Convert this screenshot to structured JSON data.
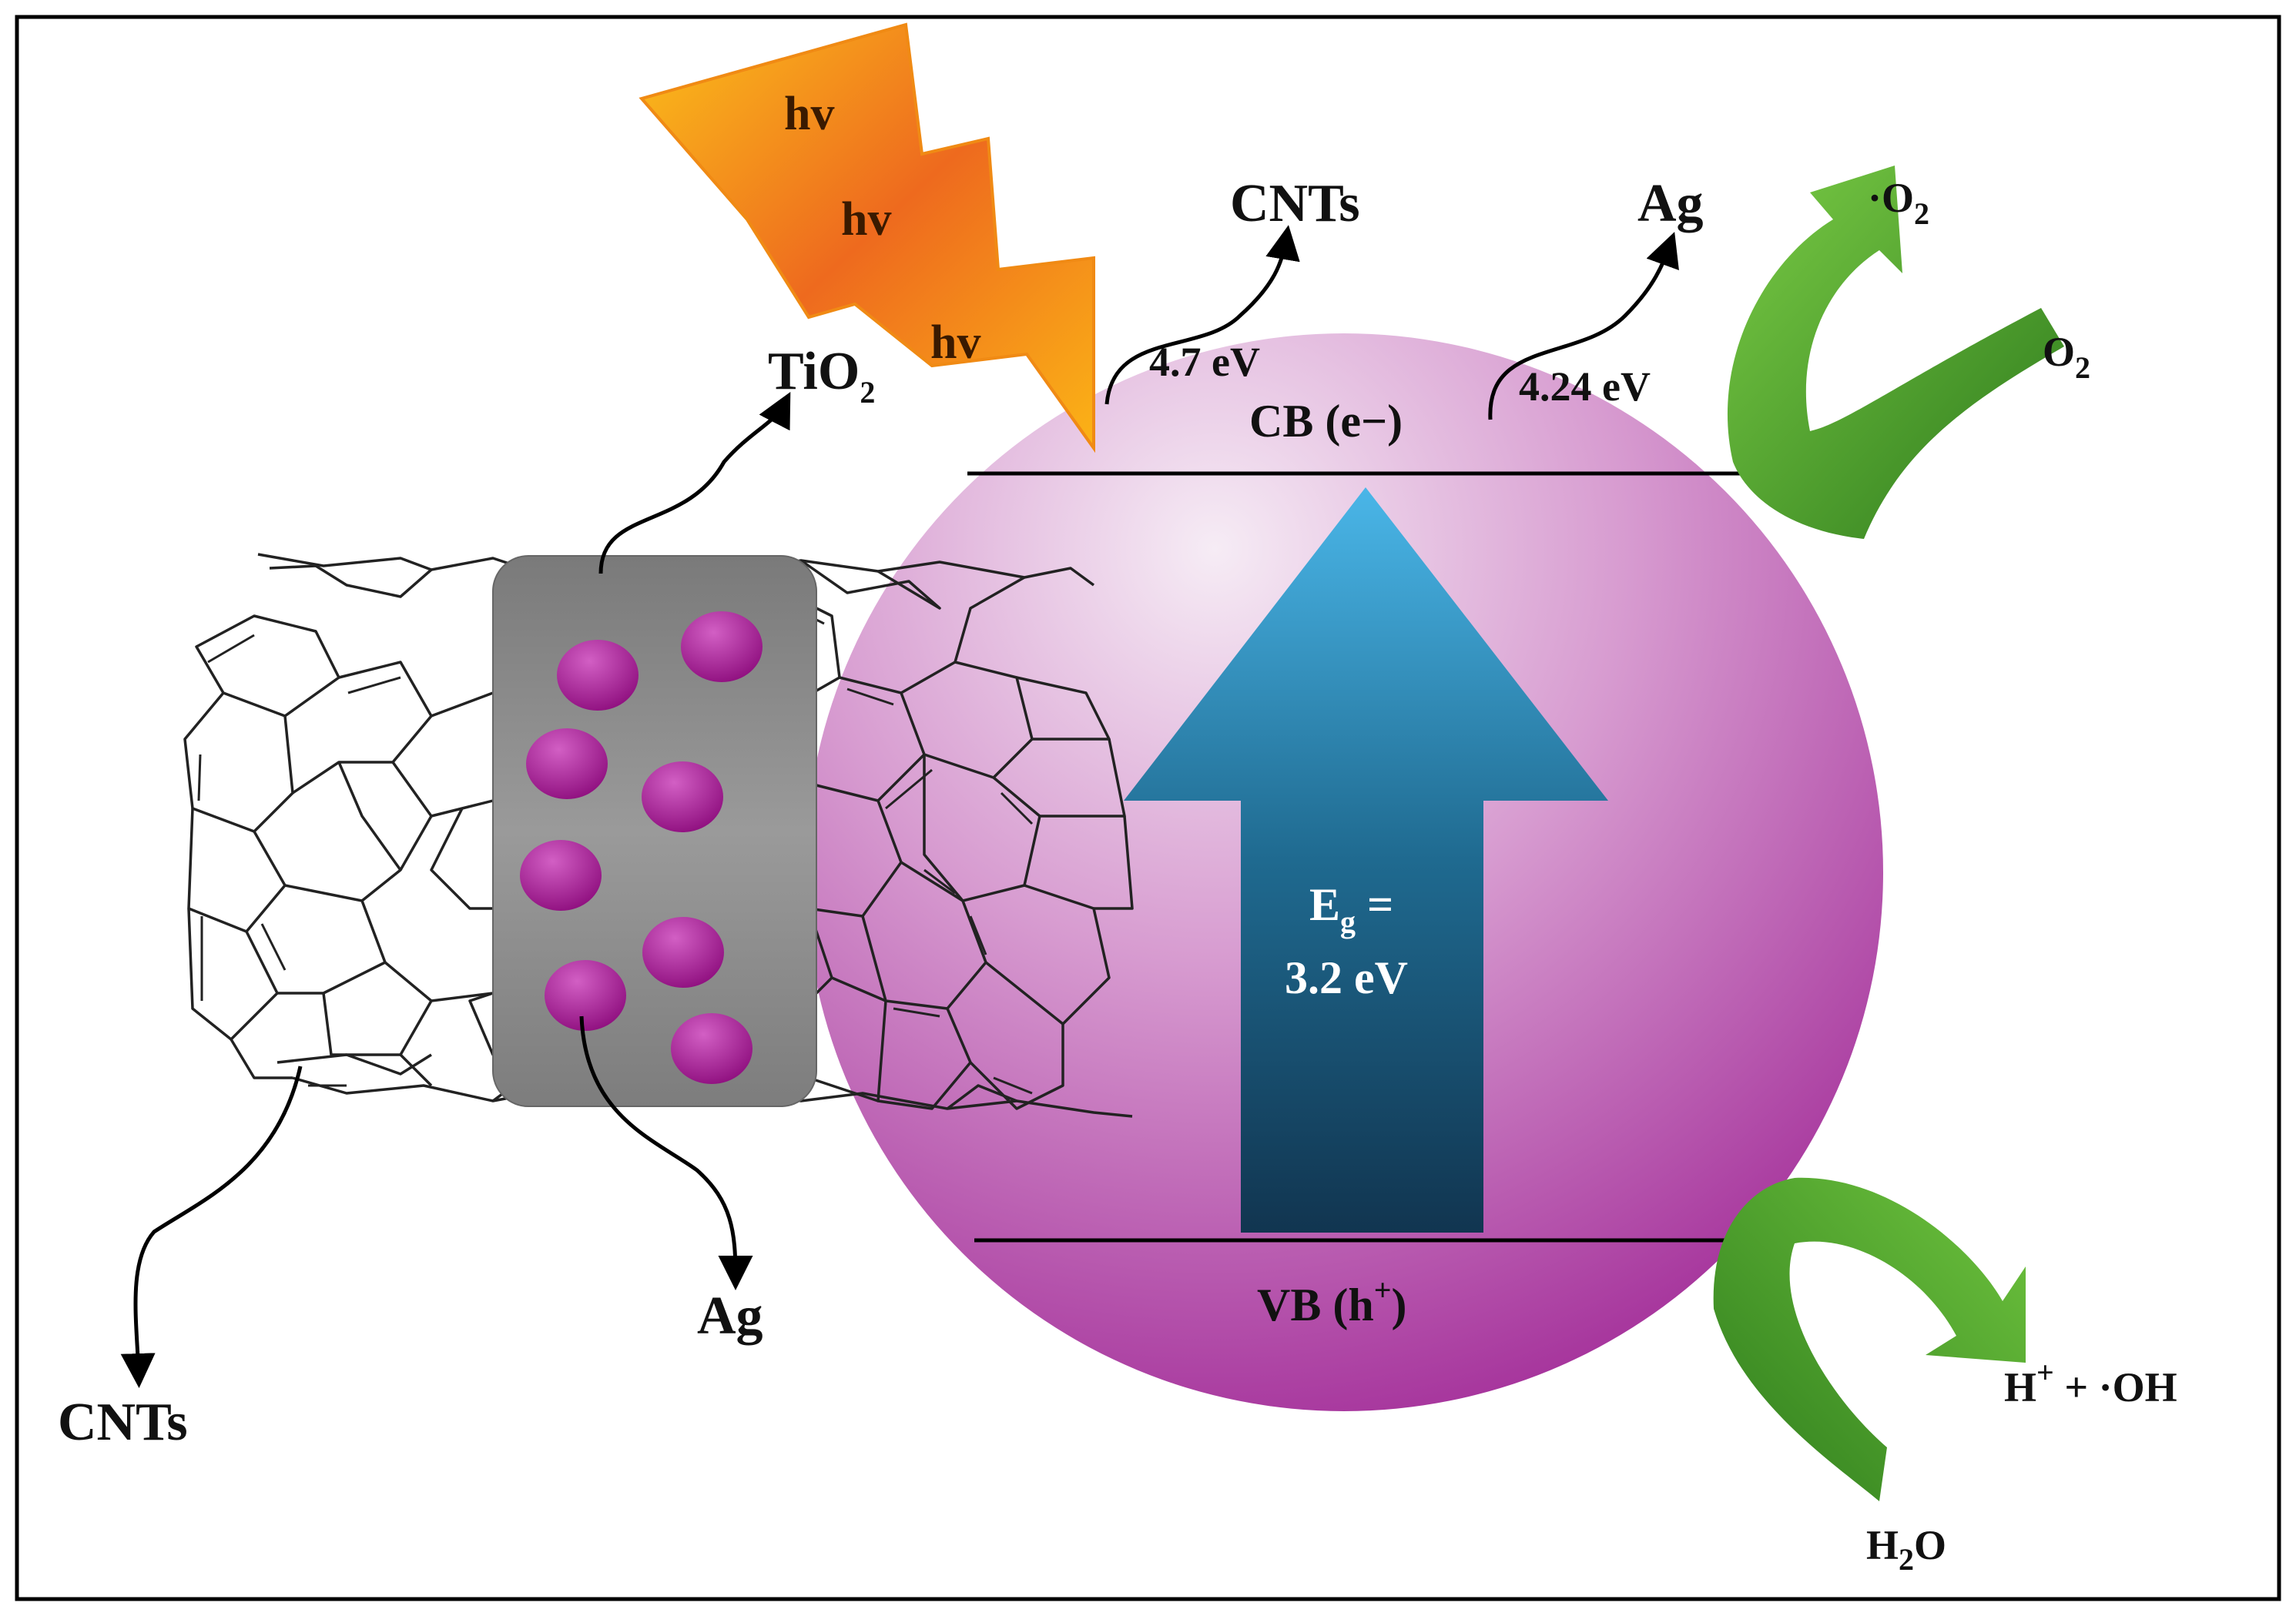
{
  "labels": {
    "hv_1": "hv",
    "hv_2": "hv",
    "hv_3": "hv",
    "tio2_main": "TiO",
    "tio2_sub": "2",
    "cnts_top": "CNTs",
    "ag_top": "Ag",
    "energy_cnts": "4.7 eV",
    "energy_ag": "4.24 eV",
    "cb_label": "CB (e−)",
    "vb_main": "VB (h",
    "vb_sup": "+",
    "vb_close": ")",
    "bandgap_main": "E",
    "bandgap_sub": "g",
    "bandgap_eq": " =",
    "bandgap_value": "3.2 eV",
    "superoxide_dot": "·O",
    "superoxide_sub": "2",
    "oxygen_main": "O",
    "oxygen_sub": "2",
    "products_h": "H",
    "products_sup": "+",
    "products_rest": " + ·OH",
    "water_h": "H",
    "water_sub": "2",
    "water_o": "O",
    "ag_bottom": "Ag",
    "cnts_bottom": "CNTs"
  },
  "colors": {
    "sphere_light": "#f3e6f2",
    "sphere_dark": "#a8329e",
    "arrow_top": "#4ab4e6",
    "arrow_bottom": "#123a55",
    "bolt_outer": "#f7a313",
    "bolt_inner": "#e9601c",
    "green_light": "#6ac23c",
    "green_dark": "#2e7a1c",
    "ag_particle": "#a1168f",
    "tio2_block": "#8c8c8c"
  }
}
